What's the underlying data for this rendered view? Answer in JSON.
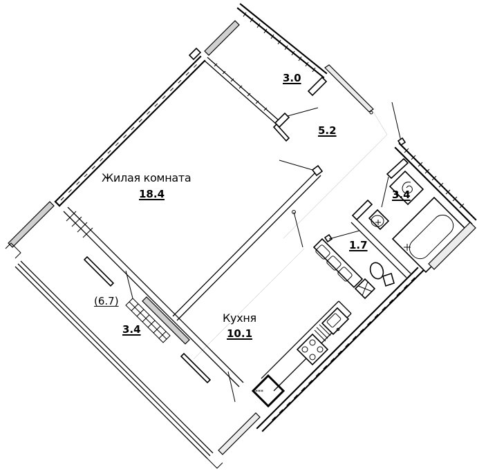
{
  "plan": {
    "orientation_deg": 45,
    "colors": {
      "wall": "#000000",
      "window_fill": "#d0d0d0",
      "background": "#ffffff"
    },
    "rooms": [
      {
        "id": "living",
        "name": "Жилая комната",
        "area": "18.4"
      },
      {
        "id": "storage",
        "name": "",
        "area": "3.0"
      },
      {
        "id": "hall",
        "name": "",
        "area": "5.2"
      },
      {
        "id": "bathroom",
        "name": "",
        "area": "3.4"
      },
      {
        "id": "wc",
        "name": "",
        "area": "1.7"
      },
      {
        "id": "kitchen",
        "name": "Кухня",
        "area": "10.1"
      },
      {
        "id": "balcony",
        "name": "",
        "area": "3.4",
        "area_full": "(6.7)"
      }
    ],
    "fixtures": [
      "bathtub",
      "washbasin",
      "toilet",
      "boiler",
      "washing-machine",
      "sink",
      "stove",
      "electrical-panel"
    ]
  }
}
